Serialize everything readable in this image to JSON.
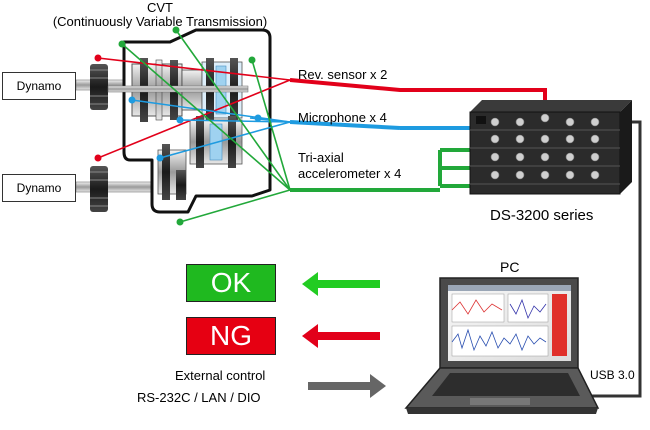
{
  "cvt": {
    "title": "CVT",
    "subtitle": "(Continuously Variable Transmission)"
  },
  "dynamos": [
    {
      "label": "Dynamo"
    },
    {
      "label": "Dynamo"
    }
  ],
  "sensors": {
    "rev": "Rev. sensor x 2",
    "mic": "Microphone x 4",
    "accel_line1": "Tri-axial",
    "accel_line2": "accelerometer x 4"
  },
  "analyzer": {
    "label": "DS-3200 series"
  },
  "pc": {
    "label": "PC"
  },
  "usb": {
    "label": "USB 3.0"
  },
  "results": {
    "ok": "OK",
    "ng": "NG"
  },
  "external": {
    "line1": "External control",
    "line2": "RS-232C / LAN / DIO"
  },
  "colors": {
    "red": "#e2001a",
    "blue": "#1e9be0",
    "green": "#22a83a",
    "ok_bg": "#1fb91f",
    "ng_bg": "#e60012",
    "arrow_green": "#22cc22",
    "arrow_red": "#e2001a",
    "arrow_gray": "#666666"
  }
}
